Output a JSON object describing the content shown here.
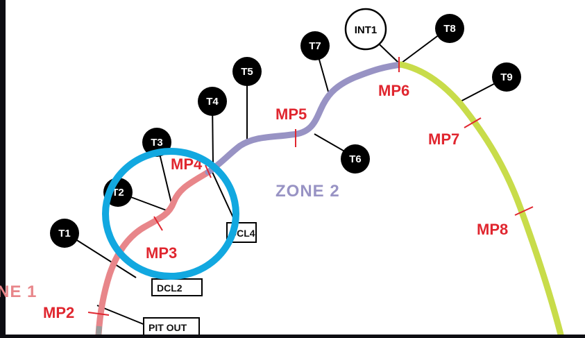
{
  "colors": {
    "background": "#0d0d12",
    "map_background": "#ffffff",
    "zone1_track": "#e8868a",
    "zone2_track": "#9893c4",
    "zone3_track": "#c8dc4a",
    "marker_text": "#e0262f",
    "badge_fill": "#000000",
    "highlight_circle": "#12a8e0"
  },
  "zones": {
    "zone1": "NE 1",
    "zone2": "ZONE 2"
  },
  "turns": [
    "T1",
    "T2",
    "T3",
    "T4",
    "T5",
    "T6",
    "T7",
    "T8",
    "T9"
  ],
  "intermediate": "INT1",
  "marker_posts": [
    "MP2",
    "MP3",
    "MP4",
    "MP5",
    "MP6",
    "MP7",
    "MP8"
  ],
  "boxes": {
    "pit_out": "PIT OUT",
    "dcl2": "DCL2",
    "dcl4": "DCL4"
  },
  "highlight": {
    "icon": "highlight-circle"
  }
}
